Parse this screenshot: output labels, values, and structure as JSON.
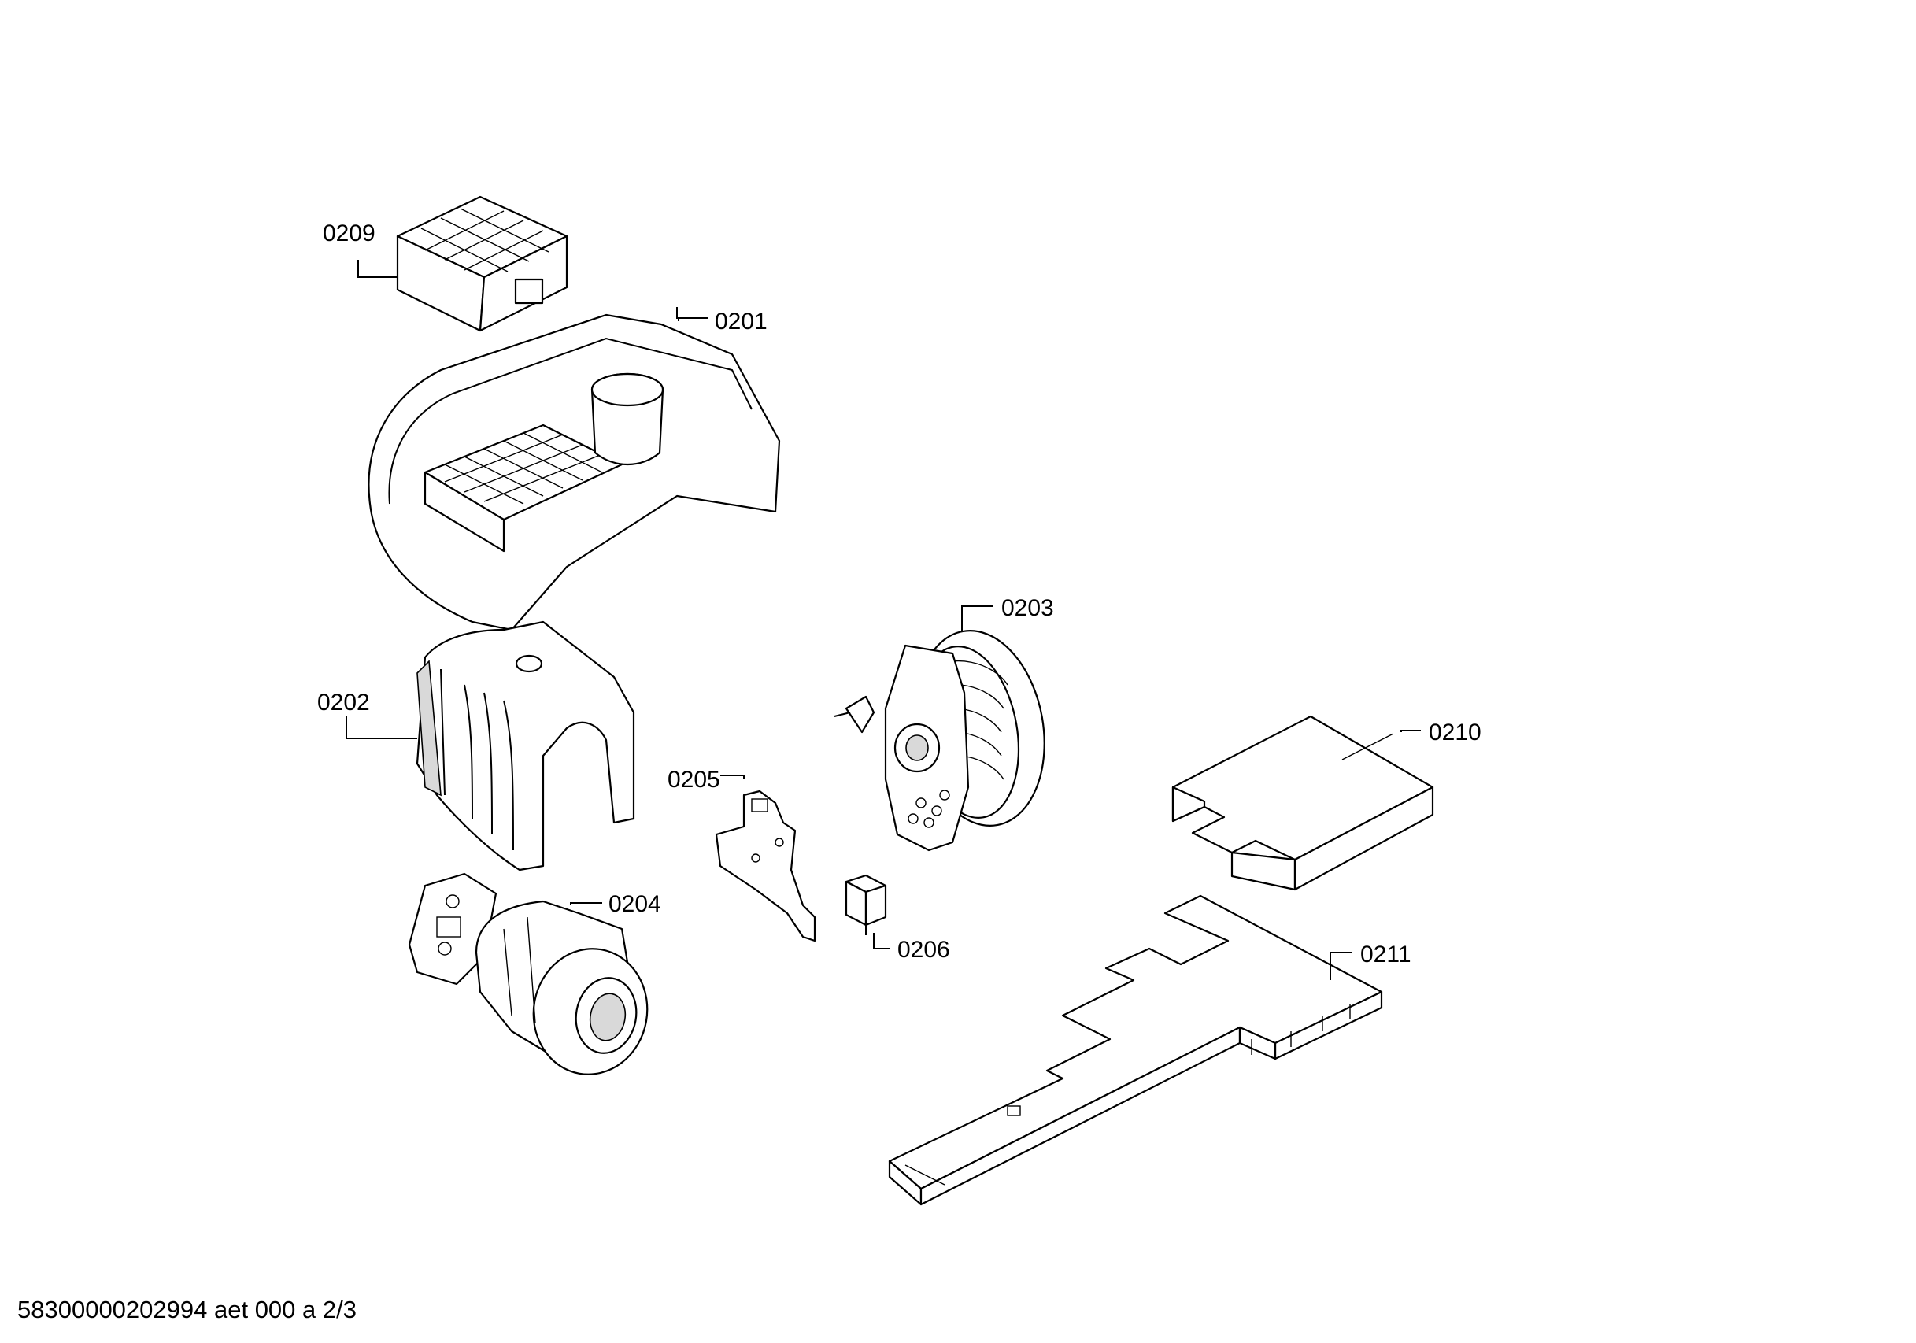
{
  "callouts": {
    "c0201": "0201",
    "c0202": "0202",
    "c0203": "0203",
    "c0204": "0204",
    "c0205": "0205",
    "c0206": "0206",
    "c0209": "0209",
    "c0210": "0210",
    "c0211": "0211"
  },
  "footer": {
    "document_id": "58300000202994 aet 000 a 2/3"
  }
}
